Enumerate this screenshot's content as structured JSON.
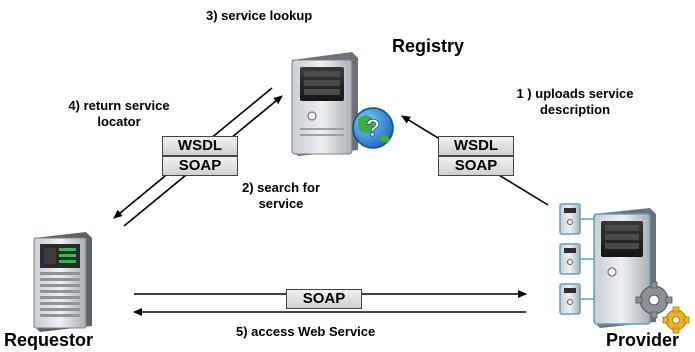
{
  "nodes": {
    "registry": "Registry",
    "requestor": "Requestor",
    "provider": "Provider"
  },
  "steps": {
    "step1_line1": "1 ) uploads service",
    "step1_line2": "description",
    "step2_line1": "2) search for",
    "step2_line2": "service",
    "step3": "3) service lookup",
    "step4_line1": "4) return service",
    "step4_line2": "locator",
    "step5": "5) access Web Service"
  },
  "protocols": {
    "left_top": "WSDL",
    "left_bottom": "SOAP",
    "right_top": "WSDL",
    "right_bottom": "SOAP",
    "bottom": "SOAP"
  },
  "icons": {
    "registry": "server-tower-with-globe-question-icon",
    "requestor": "rack-server-icon",
    "provider": "server-stack-with-gears-icon"
  }
}
